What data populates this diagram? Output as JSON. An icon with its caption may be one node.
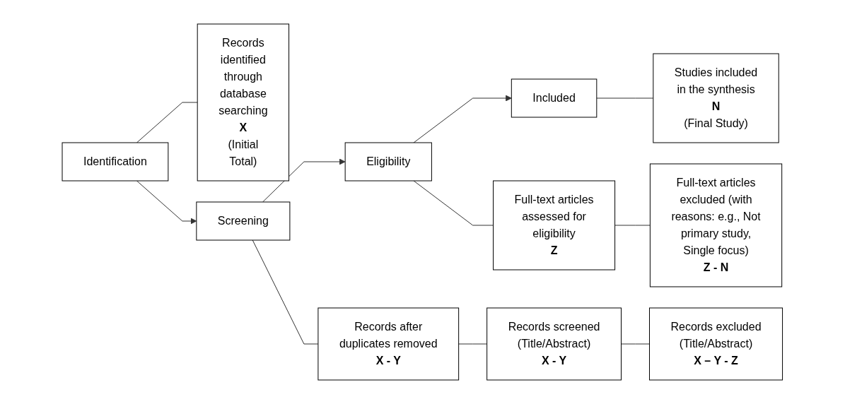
{
  "diagram": {
    "nodes": [
      {
        "text": [
          "Identification"
        ]
      },
      {
        "text": [
          "Records identified through database searching",
          "X",
          "(Initial Total)"
        ]
      },
      {
        "text": [
          "Screening"
        ]
      },
      {
        "text": [
          "Records after duplicates removed",
          "X - Y"
        ]
      },
      {
        "text": [
          "Records screened (Title/Abstract)",
          "X - Y"
        ]
      },
      {
        "text": [
          "Records excluded (Title/Abstract)",
          "X – Y - Z"
        ]
      },
      {
        "text": [
          "Eligibility"
        ]
      },
      {
        "text": [
          "Full-text articles assessed for eligibility",
          "Z"
        ]
      },
      {
        "text": [
          "Full-text articles excluded (with reasons: e.g., Not primary study, Single focus)",
          "Z - N"
        ]
      },
      {
        "text": [
          "Included"
        ]
      },
      {
        "text": [
          "Studies included in the synthesis",
          "N",
          "(Final Study)"
        ]
      }
    ],
    "edges": [
      {
        "from": 0,
        "to": 2,
        "arrow": "to"
      },
      {
        "from": 2,
        "to": 6,
        "arrow": "to"
      },
      {
        "from": 6,
        "to": 9,
        "arrow": "to"
      },
      {
        "from": 0,
        "to": 1,
        "arrow": "none"
      },
      {
        "from": 2,
        "to": 3,
        "arrow": "none"
      },
      {
        "from": 3,
        "to": 4,
        "arrow": "none"
      },
      {
        "from": 4,
        "to": 5,
        "arrow": "none"
      },
      {
        "from": 6,
        "to": 7,
        "arrow": "none"
      },
      {
        "from": 7,
        "to": 8,
        "arrow": "none"
      },
      {
        "from": 9,
        "to": 10,
        "arrow": "none"
      }
    ]
  }
}
